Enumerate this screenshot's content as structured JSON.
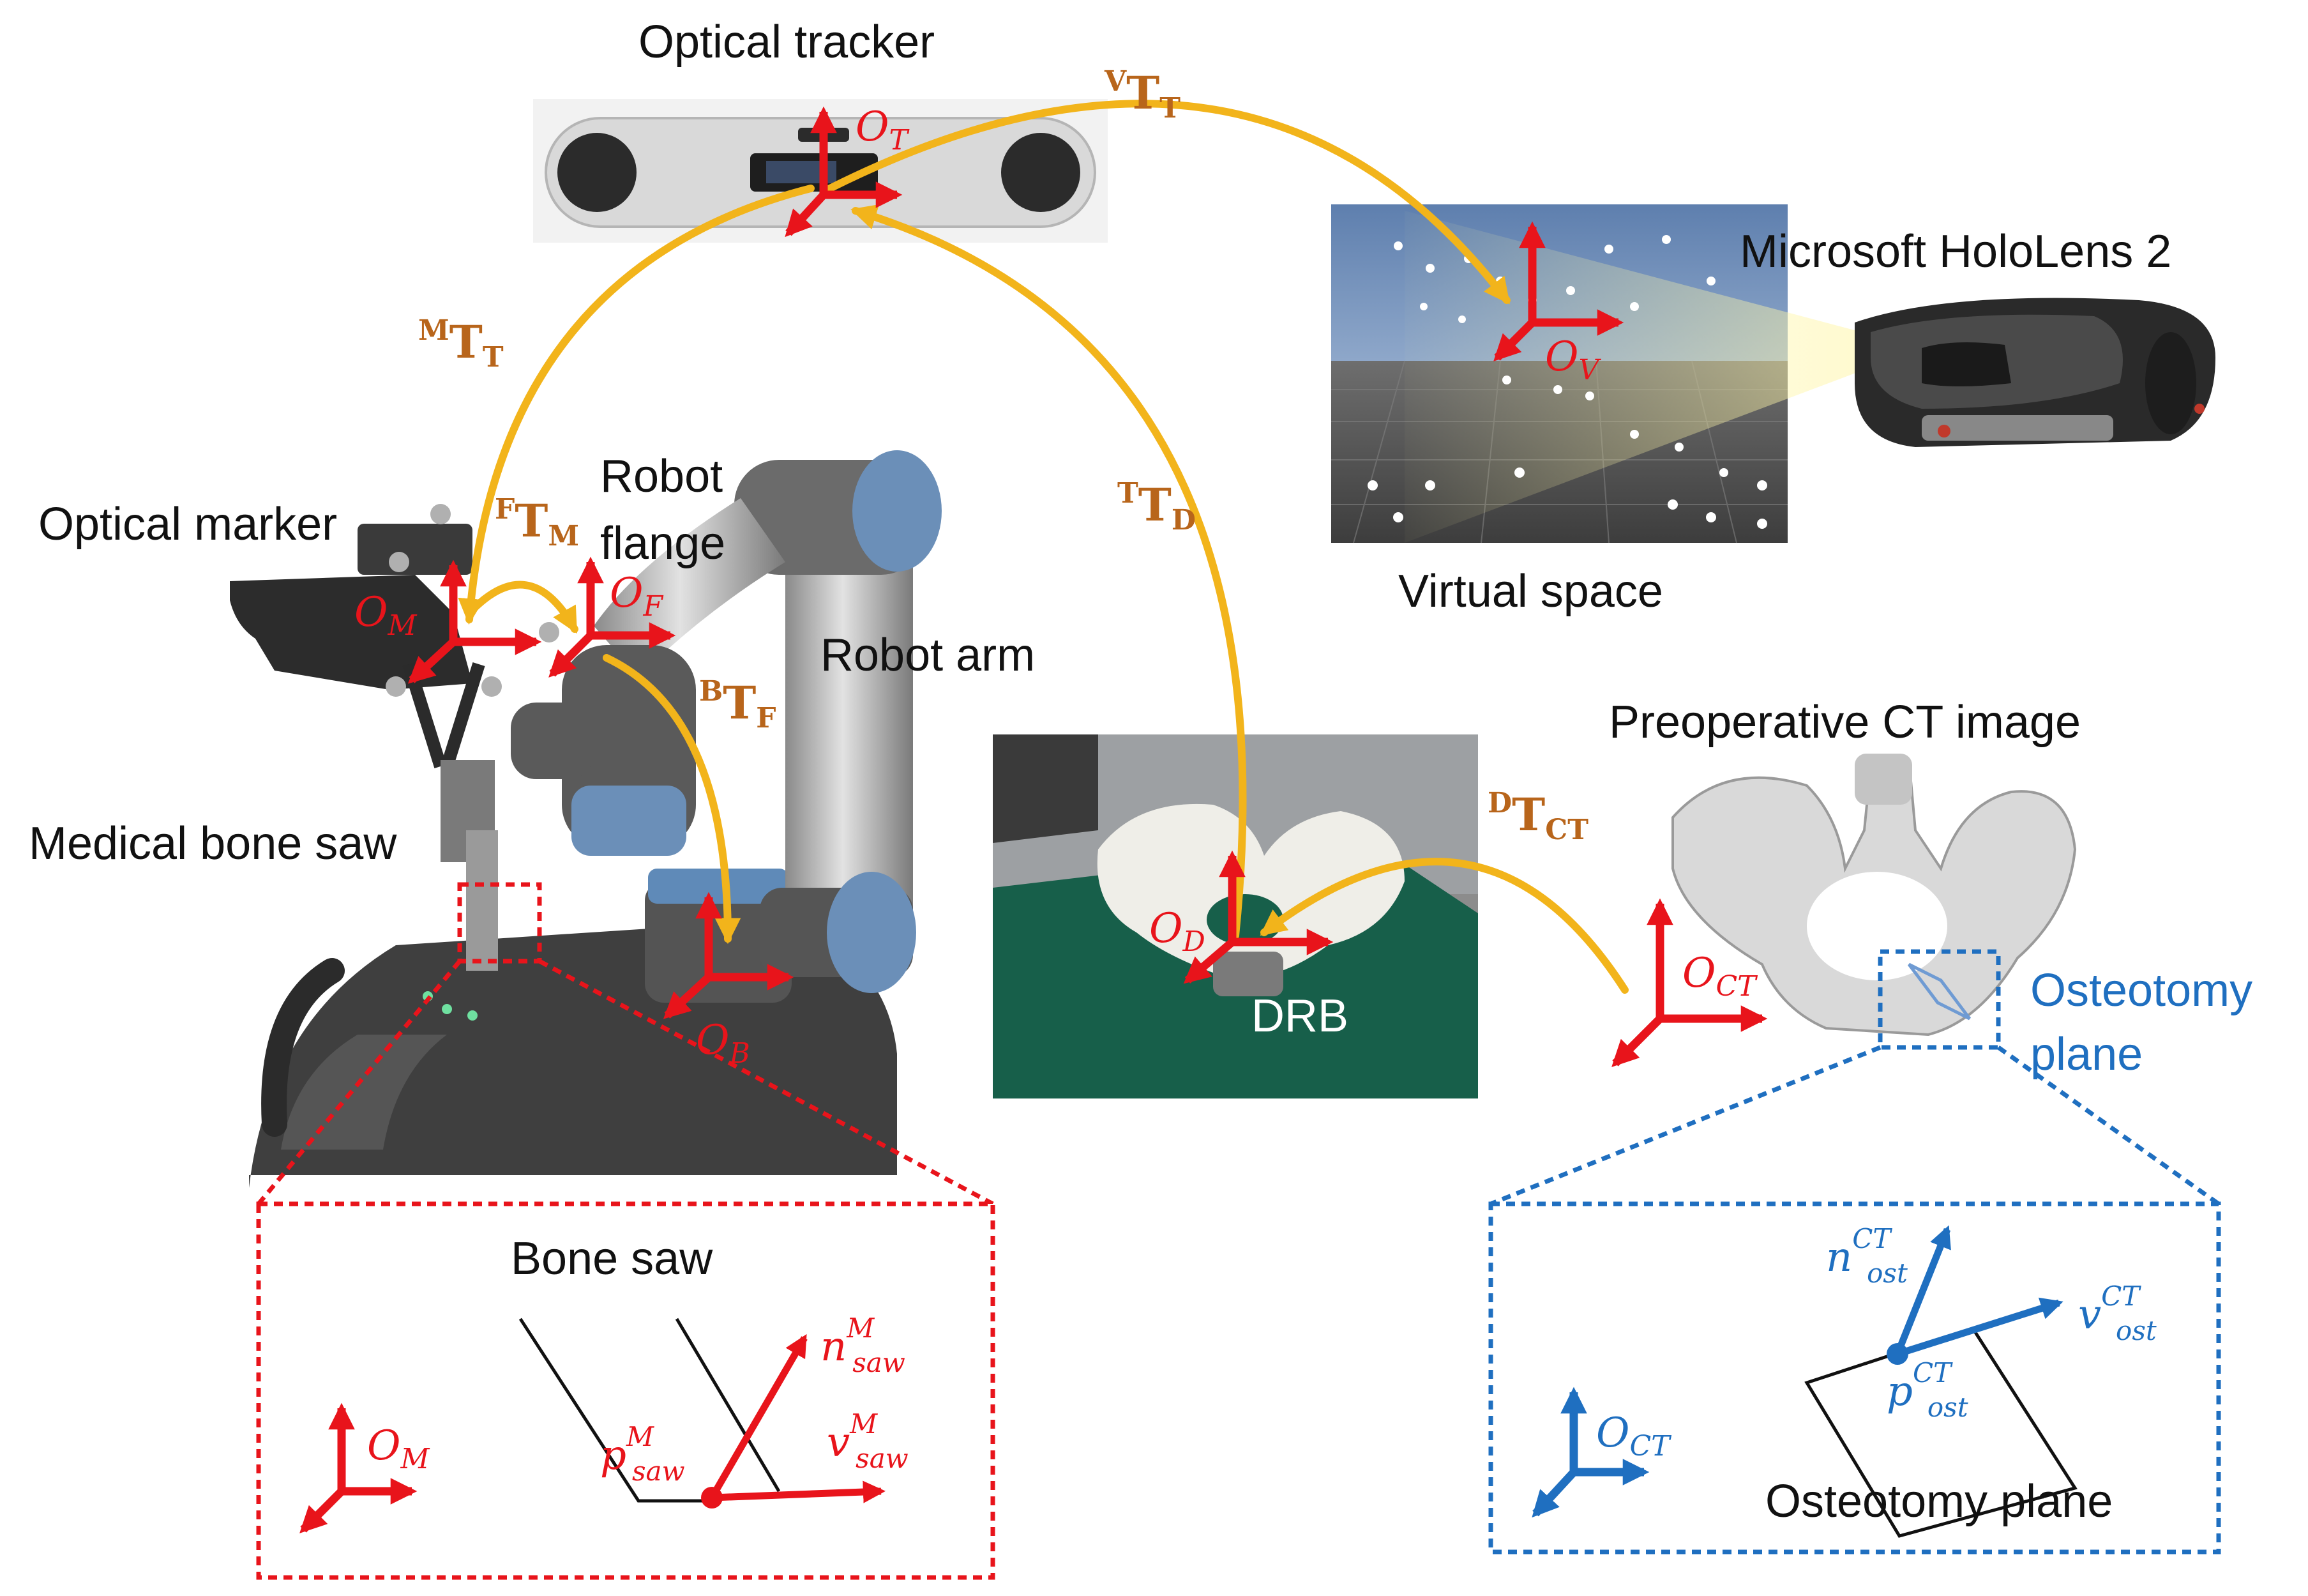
{
  "labels": {
    "optical_tracker": "Optical tracker",
    "hololens": "Microsoft HoloLens 2",
    "virtual_space": "Virtual space",
    "optical_marker": "Optical marker",
    "robot_flange_1": "Robot",
    "robot_flange_2": "flange",
    "robot_arm": "Robot arm",
    "medical_bone_saw": "Medical bone saw",
    "preop_ct": "Preoperative CT image",
    "osteotomy_plane_1": "Osteotomy",
    "osteotomy_plane_2": "plane",
    "drb": "DRB"
  },
  "frames": {
    "tracker": {
      "base": "O",
      "sub": "T"
    },
    "virtual": {
      "base": "O",
      "sub": "V"
    },
    "marker": {
      "base": "O",
      "sub": "M"
    },
    "flange": {
      "base": "O",
      "sub": "F"
    },
    "base": {
      "base": "O",
      "sub": "B"
    },
    "drb": {
      "base": "O",
      "sub": "D"
    },
    "ct": {
      "base": "O",
      "sub": "CT"
    }
  },
  "transforms": {
    "vt": {
      "pre": "V",
      "base": "T",
      "sub": "T"
    },
    "mt": {
      "pre": "M",
      "base": "T",
      "sub": "T"
    },
    "fm": {
      "pre": "F",
      "base": "T",
      "sub": "M"
    },
    "bf": {
      "pre": "B",
      "base": "T",
      "sub": "F"
    },
    "td": {
      "pre": "T",
      "base": "T",
      "sub": "D"
    },
    "dct": {
      "pre": "D",
      "base": "T",
      "sub": "CT"
    }
  },
  "bone_saw_inset": {
    "title": "Bone saw",
    "frame": {
      "base": "O",
      "sub": "M"
    },
    "n": {
      "base": "n",
      "sup": "M",
      "sub": "saw"
    },
    "p": {
      "base": "p",
      "sup": "M",
      "sub": "saw"
    },
    "v": {
      "base": "v",
      "sup": "M",
      "sub": "saw"
    }
  },
  "osteotomy_inset": {
    "title": "Osteotomy plane",
    "frame": {
      "base": "O",
      "sub": "CT"
    },
    "n": {
      "base": "n",
      "sup": "CT",
      "sub": "ost"
    },
    "p": {
      "base": "p",
      "sup": "CT",
      "sub": "ost"
    },
    "v": {
      "base": "v",
      "sup": "CT",
      "sub": "ost"
    }
  },
  "colors": {
    "frame_red": "#e8141b",
    "frame_blue": "#1f6fc0",
    "arrow_gold": "#f2b41b",
    "transform_brown": "#b8651b"
  }
}
